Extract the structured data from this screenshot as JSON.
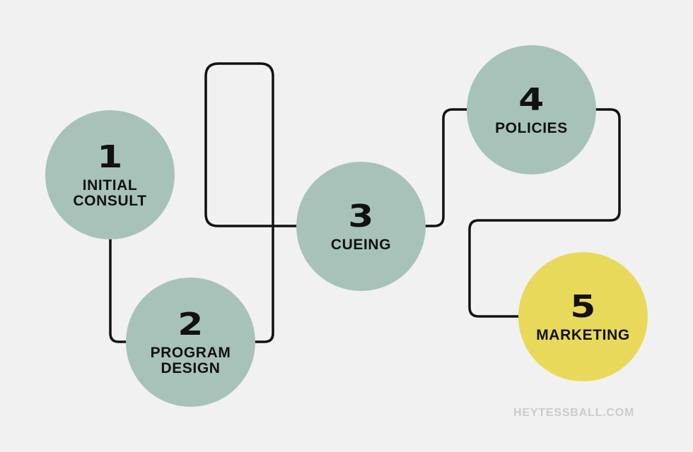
{
  "colors": {
    "background": "#f1f1f1",
    "step_fill": "#a7c3b9",
    "highlight_fill": "#e8d95a",
    "connector": "#111111",
    "text": "#111111",
    "watermark": "#cbcbcb"
  },
  "steps": [
    {
      "number": "1",
      "label_line1": "INITIAL",
      "label_line2": "CONSULT",
      "fill": "#a7c3b9"
    },
    {
      "number": "2",
      "label_line1": "PROGRAM",
      "label_line2": "DESIGN",
      "fill": "#a7c3b9"
    },
    {
      "number": "3",
      "label_line1": "CUEING",
      "label_line2": "",
      "fill": "#a7c3b9"
    },
    {
      "number": "4",
      "label_line1": "POLICIES",
      "label_line2": "",
      "fill": "#a7c3b9"
    },
    {
      "number": "5",
      "label_line1": "MARKETING",
      "label_line2": "",
      "fill": "#e8d95a"
    }
  ],
  "watermark": "HEYTESSBALL.COM"
}
